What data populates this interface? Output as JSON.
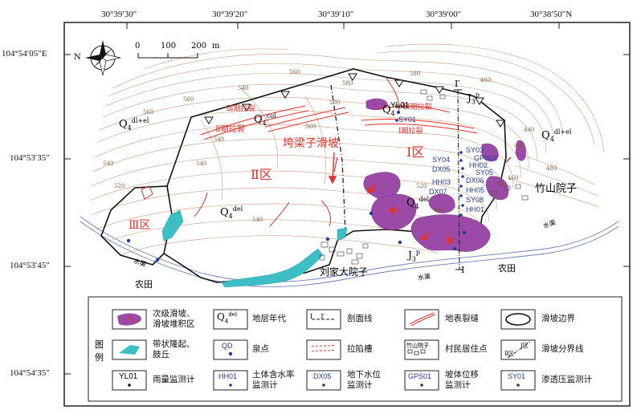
{
  "coords": {
    "top": [
      "30°39′30″",
      "30°39′20″",
      "30°39′10″",
      "30°39′00″",
      "30°38′50″N"
    ],
    "left": [
      "104°54′05″E",
      "104°53′35″",
      "104°53′45″",
      "104°54′35″"
    ]
  },
  "scale": {
    "ticks": [
      "0",
      "100",
      "200"
    ],
    "unit": "m"
  },
  "north": "N",
  "zones": {
    "zone1": "Ⅰ区",
    "zone2": "Ⅱ区",
    "zone3": "Ⅲ区"
  },
  "landslide_name": "垮梁子滑坡",
  "crack_labels": {
    "c1": "Ⅲ期拉裂",
    "c2": "Ⅱ期拉裂",
    "c3": "Ⅰ期拉裂",
    "c4": "Ⅲ期拉裂"
  },
  "strata": {
    "q4dlel_left": "Q",
    "q4dlel_left_sub": "4",
    "q4dlel_left_sup": "dl+el",
    "q4col": "Q",
    "q4col_sub": "4",
    "q4col_sup": "col",
    "q4del": "Q",
    "q4del_sub": "4",
    "q4del_sup": "del",
    "j3p": "J",
    "j3p_sub": "3",
    "j3p_sup": "p"
  },
  "places": {
    "zhushan": "竹山院子",
    "liujia": "刘家大院子",
    "field_left": "农田",
    "field_right": "农田",
    "canal_left": "水渠",
    "canal_mid": "水渠",
    "canal_right": "水渠"
  },
  "profile": {
    "top": "Ⅰ′",
    "bottom": "Ⅰ"
  },
  "monitors": {
    "yl01": "YL01",
    "sy01": "SY01",
    "sy03": "SY03",
    "sy04": "SY04",
    "gps02": "GPS02",
    "hh02": "HH02",
    "dx05": "DX05",
    "sy05": "SY05",
    "hh03": "HH03",
    "dx06": "DX06",
    "dx07": "DX07",
    "hh05": "HH05",
    "sy08": "SY08",
    "hh01": "HH01"
  },
  "contours": [
    "560",
    "580",
    "560",
    "560",
    "540",
    "580",
    "500",
    "540",
    "520",
    "540",
    "540",
    "560",
    "540",
    "480",
    "520",
    "460",
    "440",
    "480",
    "460",
    "480"
  ],
  "legend": {
    "title": "图\n例",
    "items": [
      {
        "label": "次级滑坡、\n滑坡堆积区"
      },
      {
        "label": "地层年代"
      },
      {
        "label": "剖面线"
      },
      {
        "label": "地表裂缝"
      },
      {
        "label": "滑坡边界"
      },
      {
        "label": "带状隆起、\n鼓丘"
      },
      {
        "label": "泉点"
      },
      {
        "label": "拉陷槽"
      },
      {
        "label": "村民居住点"
      },
      {
        "label": "滑坡分界线"
      },
      {
        "label": "雨量监测计"
      },
      {
        "label": "土体含水率\n监测计"
      },
      {
        "label": "地下水位\n监测计"
      },
      {
        "label": "坡体位移\n监测计"
      },
      {
        "label": "渗透压监测计"
      }
    ],
    "symbols": {
      "qd": "QD",
      "profile": "Ⅰ    Ⅰ′",
      "village": "竹山院子",
      "boundary_zone1": "Ⅰ区",
      "boundary_zone2": "Ⅱ区",
      "yl": "YL01",
      "hh": "HH01",
      "dx": "DX05",
      "gps": "GPS01",
      "sy": "SY01",
      "q": "Q",
      "q_sub": "4",
      "q_sup": "del"
    }
  },
  "colors": {
    "slide": "#9b4aa8",
    "uplift": "#3bbfc4",
    "crack": "#e0322b",
    "contour": "#c88a6a",
    "boundary": "#111111",
    "monitor": "#1f3b9a",
    "canal": "#6a7fb8"
  }
}
